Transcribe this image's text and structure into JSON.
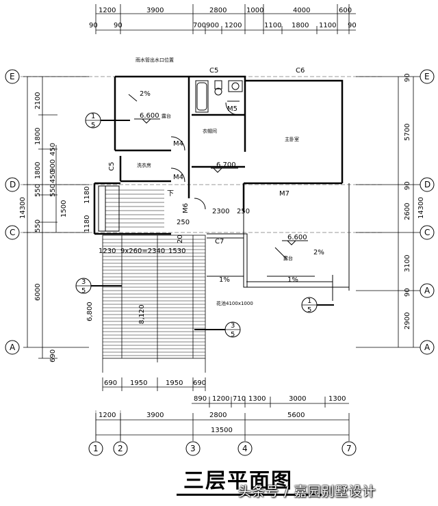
{
  "title": "三层平面图",
  "watermark": "头条号 / 嘉园别墅设计",
  "axes": {
    "E": "E",
    "D": "D",
    "C": "C",
    "A": "A",
    "n1": "1",
    "n2": "2",
    "n3": "3",
    "n4": "4",
    "n7": "7"
  },
  "top_dims": {
    "row1": [
      "1200",
      "3900",
      "2800",
      "1000",
      "4000",
      "600"
    ],
    "row2": [
      "90",
      "90",
      "700",
      "900",
      "1200",
      "1100",
      "1800",
      "1100",
      "90"
    ]
  },
  "bottom_dims": {
    "row1": [
      "690",
      "1950",
      "1950",
      "690"
    ],
    "row2": [
      "890",
      "1200",
      "710",
      "1300",
      "3000",
      "1300"
    ],
    "row3": [
      "1200",
      "3900",
      "2800",
      "5600"
    ],
    "total": "13500"
  },
  "left_dims": {
    "outer": [
      "2100",
      "1800",
      "1800",
      "550",
      "1500",
      "550",
      "6000",
      "690"
    ],
    "total": "14300",
    "inner": [
      "450",
      "900",
      "450",
      "550",
      "1180",
      "1180"
    ],
    "stair": "6,800"
  },
  "right_dims": {
    "outer": [
      "90",
      "5700",
      "90",
      "2600",
      "3100",
      "90",
      "2900"
    ],
    "total": "14300"
  },
  "rooms": {
    "terrace_top": "露台",
    "closet": "衣帽间",
    "laundry": "洗衣房",
    "master": "主卧室",
    "terrace_main": "露台",
    "gutter_note": "雨水管出水口位置",
    "balcony_note": "花池4100x1000"
  },
  "elevations": {
    "e1": "6.600",
    "e2": "6.700",
    "e3": "6.600"
  },
  "slopes": {
    "s1": "2%",
    "s2": "2%",
    "s3": "1%",
    "s4": "1%"
  },
  "doors": {
    "m4a": "M4",
    "m4b": "M4",
    "m5": "M5",
    "m6": "M6",
    "m7": "M7",
    "down": "下"
  },
  "windows": {
    "c5a": "C5",
    "c5b": "C5",
    "c6": "C6",
    "c7": "C7"
  },
  "misc_dims": {
    "d2300": "2300",
    "d250a": "250",
    "d250b": "250",
    "d20": "20",
    "stair_run": "1230",
    "stair_calc": "9x260=2340",
    "stair_end": "1530",
    "d8120": "8,120"
  },
  "section_marks": {
    "m1_top": "1",
    "m1_bot": "5",
    "m3a_top": "3",
    "m3a_bot": "5",
    "m3b_top": "3",
    "m3b_bot": "5",
    "m1b_top": "1",
    "m1b_bot": "5"
  }
}
